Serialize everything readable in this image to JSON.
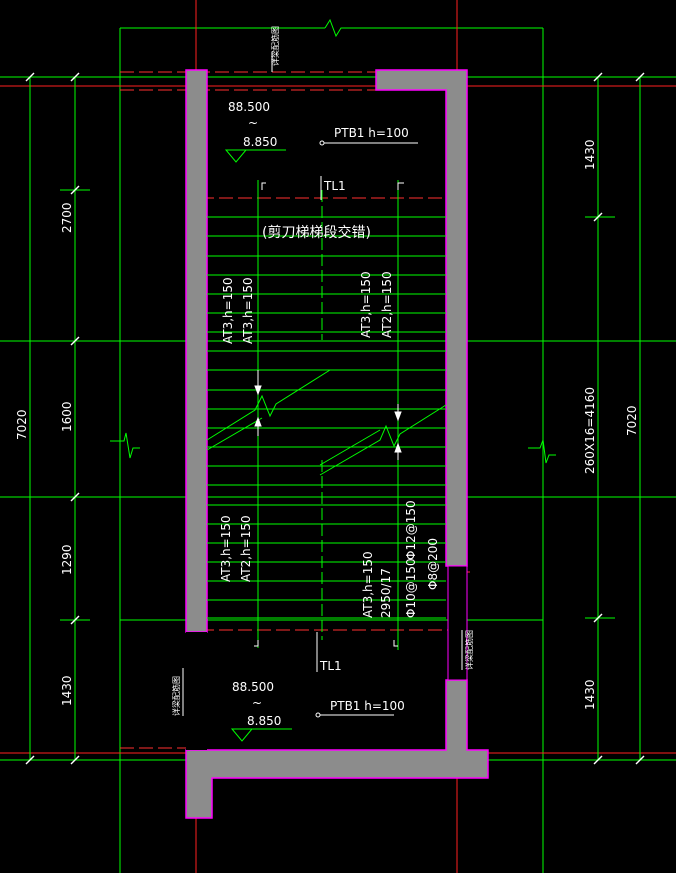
{
  "colors": {
    "background": "#000000",
    "grid_line": "#00ff00",
    "axis_red": "#ff2020",
    "wall_fill": "#8c8c8c",
    "wall_edge": "#ff00ff",
    "annotation": "#ffffff",
    "dashed_beam": "#ff3030"
  },
  "top_landing": {
    "level_top": "88.500",
    "tilde": "~",
    "level_bottom": "8.850",
    "slab": "PTB1 h=100"
  },
  "bottom_landing": {
    "level_top": "88.500",
    "tilde": "~",
    "level_bottom": "8.850",
    "slab": "PTB1 h=100"
  },
  "beam_tags": {
    "tl_top": "TL1",
    "tl_bottom": "TL1",
    "cross_beam_top": "详梁配筋图",
    "cross_beam_left": "详梁配筋图",
    "cross_beam_right": "详梁配筋图"
  },
  "stair_title": "(剪刀梯梯段交错)",
  "flights": {
    "upper_left_1": "AT3,h=150",
    "upper_left_2": "AT3,h=150",
    "upper_right_1": "AT3,h=150",
    "upper_right_2": "AT2,h=150",
    "lower_left_1": "AT3,h=150",
    "lower_left_2": "AT2,h=150",
    "lower_right_1": "AT3,h=150",
    "lower_right_2": "2950/17",
    "rebar_1": "Φ10@150",
    "rebar_2": "Φ12@150",
    "rebar_3": "Φ8@200"
  },
  "dims_left": {
    "total": "7020",
    "seg_1": "2700",
    "seg_2": "1600",
    "seg_3": "1290",
    "seg_4": "1430"
  },
  "dims_right": {
    "total": "7020",
    "seg_1": "1430",
    "seg_2": "260X16=4160",
    "seg_3": "1430"
  }
}
